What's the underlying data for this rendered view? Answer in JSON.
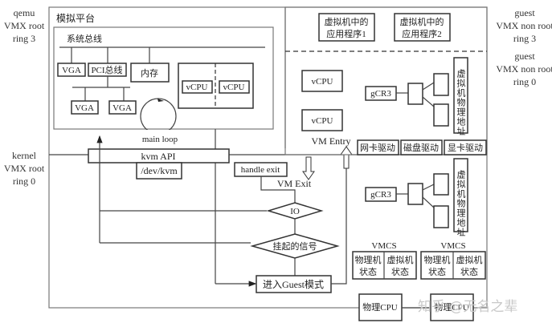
{
  "ring_labels": {
    "qemu": [
      "qemu",
      "VMX root",
      "ring 3"
    ],
    "kernel": [
      "kernel",
      "VMX root",
      "ring 0"
    ],
    "guest_ring3": [
      "guest",
      "VMX non root",
      "ring 3"
    ],
    "guest_ring0": [
      "guest",
      "VMX non root",
      "ring 0"
    ]
  },
  "emulation_platform": {
    "title": "模拟平台",
    "system_bus": "系统总线",
    "devices": {
      "vga1": "VGA",
      "pci_bus": "PCI总线",
      "memory": "内存",
      "vga2": "VGA",
      "vga3": "VGA",
      "vcpu1": "vCPU",
      "vcpu2": "vCPU"
    },
    "main_loop": "main loop"
  },
  "kernel": {
    "kvm_api": "kvm API",
    "dev_kvm": "/dev/kvm",
    "handle_exit": "handle exit",
    "vm_exit": "VM Exit",
    "vm_entry": "VM Entry",
    "io": "IO",
    "pending_signal": "挂起的信号",
    "enter_guest": "进入Guest模式"
  },
  "guest": {
    "app1": [
      "虚拟机中的",
      "应用程序1"
    ],
    "app2": [
      "虚拟机中的",
      "应用程序2"
    ],
    "vcpu1": "vCPU",
    "vcpu2": "vCPU",
    "gcr3_top": "gCR3",
    "gcr3_bottom": "gCR3",
    "vm_phys_addr_top": "虚拟机物理地址",
    "vm_phys_addr_bottom": "虚拟机物理地址",
    "drivers": [
      "网卡驱动",
      "磁盘驱动",
      "显卡驱动"
    ]
  },
  "vmcs": [
    {
      "title": "VMCS",
      "host_state": [
        "物理机",
        "状态"
      ],
      "guest_state": [
        "虚拟机",
        "状态"
      ]
    },
    {
      "title": "VMCS",
      "host_state": [
        "物理机",
        "状态"
      ],
      "guest_state": [
        "虚拟机",
        "状态"
      ]
    }
  ],
  "physical_cpus": [
    "物理CPU",
    "物理CPU"
  ],
  "watermark": "知乎 @无名之辈"
}
